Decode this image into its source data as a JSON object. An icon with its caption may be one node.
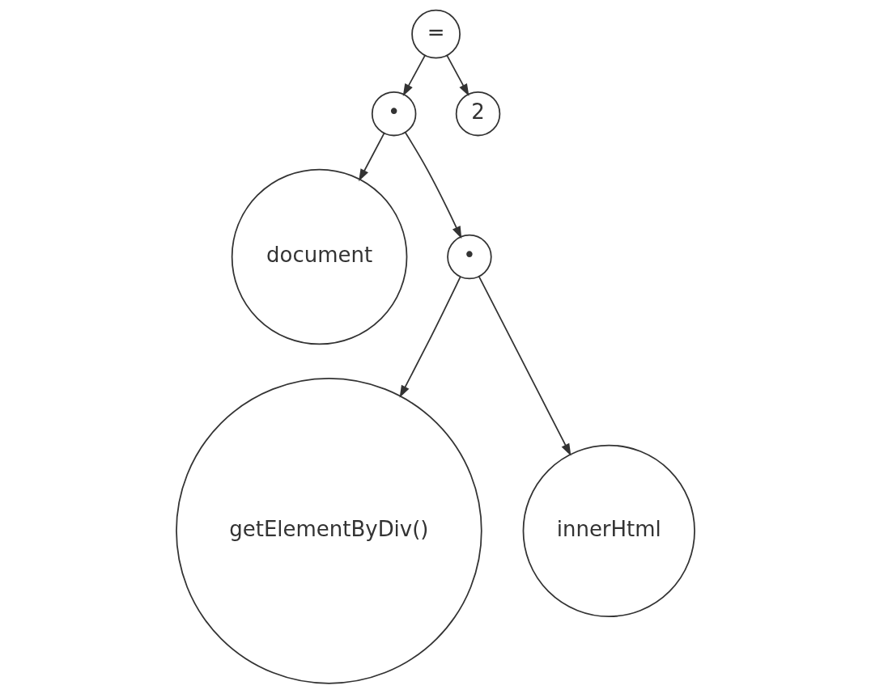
{
  "diagram": {
    "nodes": [
      {
        "text": [
          "="
        ]
      },
      {
        "text": [
          "•"
        ]
      },
      {
        "text": [
          "2"
        ]
      },
      {
        "text": [
          "document"
        ]
      },
      {
        "text": [
          "•"
        ]
      },
      {
        "text": [
          "getElementByDiv()"
        ]
      },
      {
        "text": [
          "innerHtml"
        ]
      }
    ],
    "edges": [
      {
        "from": 0,
        "to": 1,
        "arrow": "to"
      },
      {
        "from": 0,
        "to": 2,
        "arrow": "to"
      },
      {
        "from": 1,
        "to": 3,
        "arrow": "to"
      },
      {
        "from": 1,
        "to": 4,
        "arrow": "to"
      },
      {
        "from": 4,
        "to": 5,
        "arrow": "to"
      },
      {
        "from": 4,
        "to": 6,
        "arrow": "to"
      }
    ]
  }
}
